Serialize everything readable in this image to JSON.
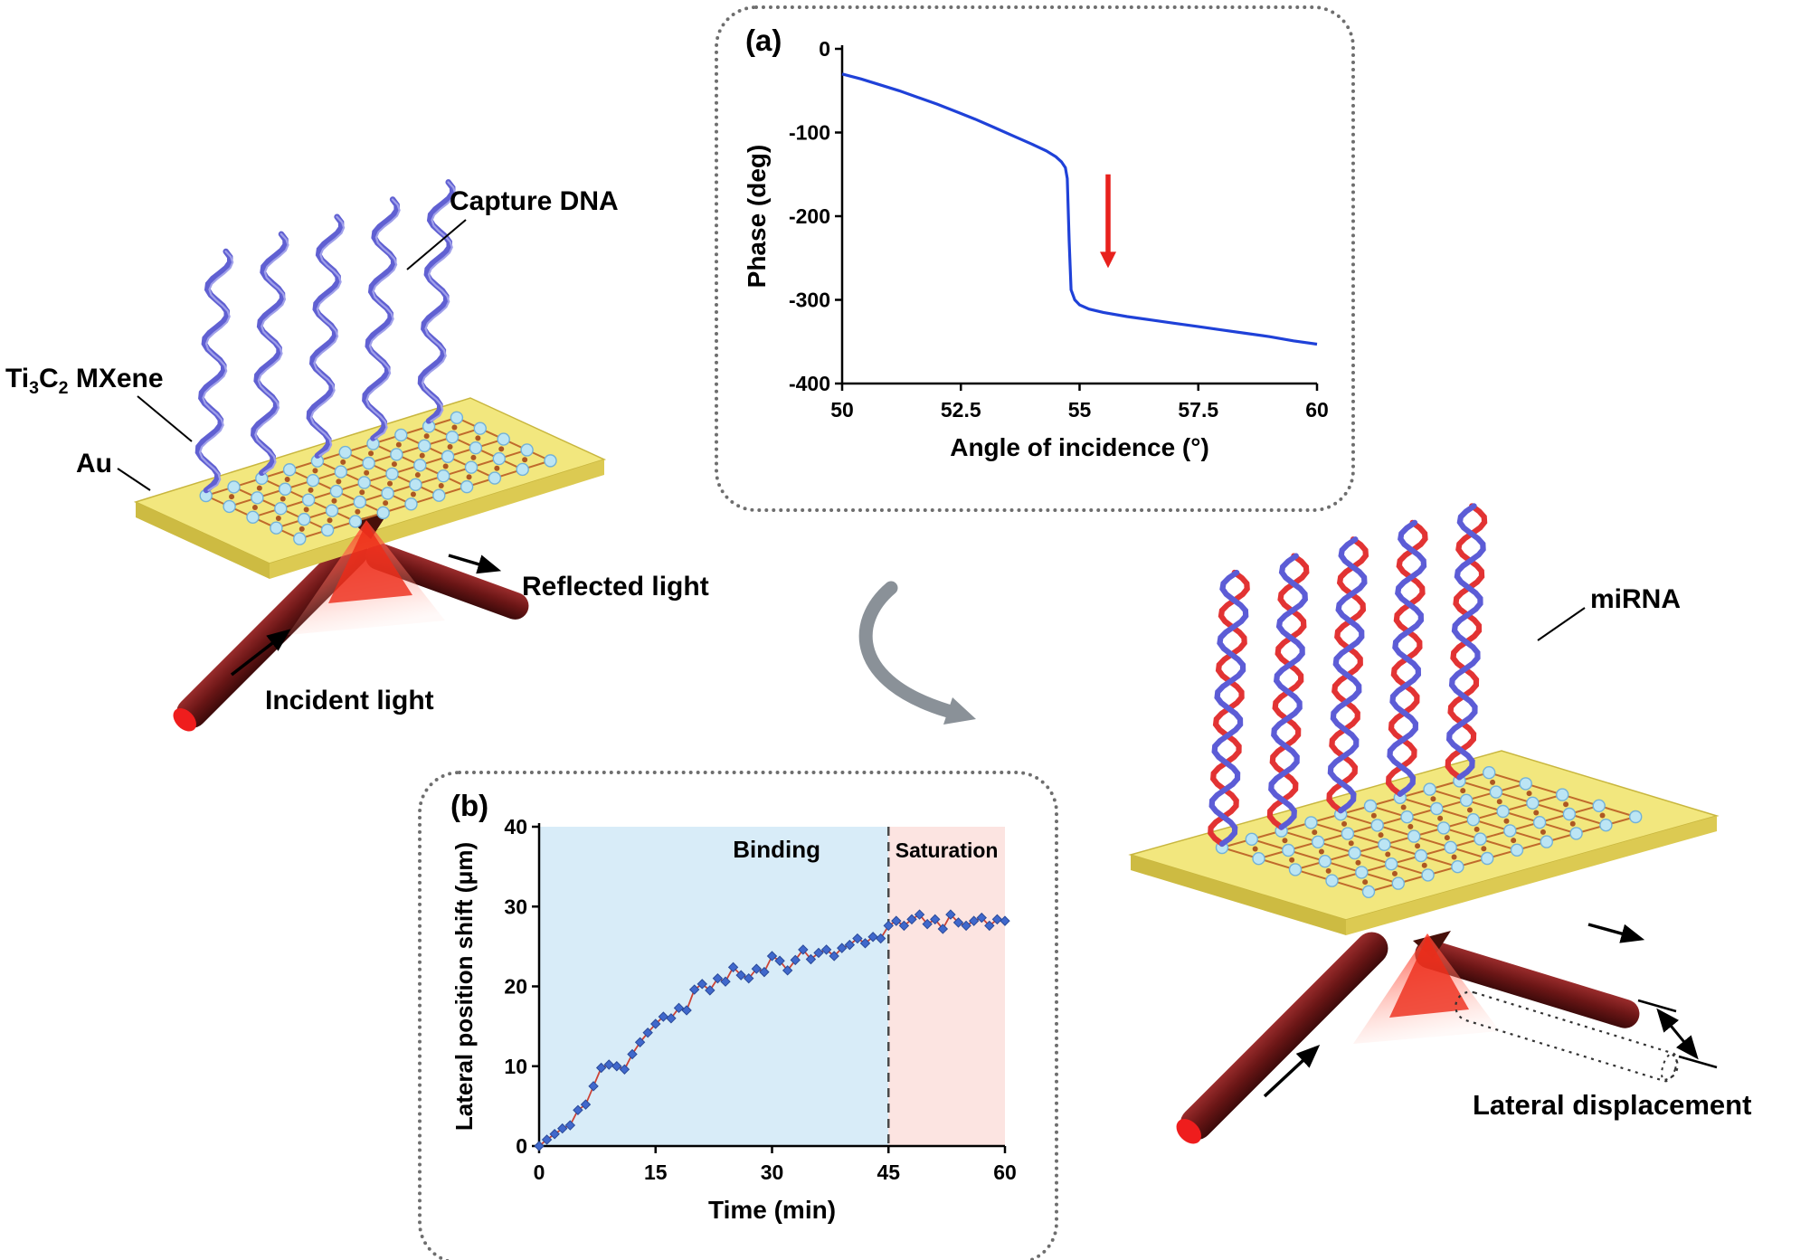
{
  "panels": {
    "a": {
      "label": "(a)"
    },
    "b": {
      "label": "(b)"
    }
  },
  "labels": {
    "capture_dna": "Capture DNA",
    "mxene_p1": "Ti",
    "mxene_s1": "3",
    "mxene_p2": "C",
    "mxene_s2": "2",
    "mxene_p3": " MXene",
    "au": "Au",
    "reflected_light": "Reflected light",
    "incident_light": "Incident light",
    "mirna": "miRNA",
    "lateral_displacement": "Lateral  displacement"
  },
  "colors": {
    "phase_curve": "#1f41d8",
    "arrow_red": "#e8211d",
    "binding_bg": "#d8ecf8",
    "saturation_bg": "#fce4e1",
    "binding_text": "#2aabe4",
    "saturation_text": "#f1837a",
    "marker_blue": "#4068cc",
    "series_line_red": "#cc4437",
    "gold": "#f2e77e",
    "beam_dark_red": "#5a1212"
  },
  "chart_data": [
    {
      "id": "a",
      "type": "line",
      "title": "",
      "xlabel": "Angle of incidence (°)",
      "ylabel": "Phase (deg)",
      "xlim": [
        50,
        60
      ],
      "ylim": [
        -400,
        0
      ],
      "xticks": [
        50,
        52.5,
        55,
        57.5,
        60
      ],
      "yticks": [
        0,
        -100,
        -200,
        -300,
        -400
      ],
      "grid": false,
      "line_color": "#1f41d8",
      "series": [
        {
          "name": "phase",
          "x": [
            50,
            50.4,
            50.8,
            51.2,
            51.6,
            52,
            52.4,
            52.8,
            53.2,
            53.6,
            54,
            54.3,
            54.5,
            54.62,
            54.7,
            54.74,
            54.78,
            54.82,
            54.9,
            55,
            55.2,
            55.5,
            56,
            56.5,
            57,
            57.5,
            58,
            58.5,
            59,
            59.5,
            60
          ],
          "y": [
            -30,
            -36,
            -43,
            -50,
            -58,
            -66,
            -75,
            -84,
            -94,
            -104,
            -114,
            -122,
            -129,
            -135,
            -142,
            -155,
            -230,
            -288,
            -300,
            -306,
            -311,
            -315,
            -320,
            -324,
            -328,
            -332,
            -336,
            -340,
            -344,
            -349,
            -353
          ]
        }
      ],
      "annotation_arrow": {
        "x": 55.6,
        "y_from": -150,
        "y_to": -262,
        "color": "#e8211d"
      }
    },
    {
      "id": "b",
      "type": "scatter-line",
      "title": "",
      "xlabel": "Time (min)",
      "ylabel": "Lateral position shift (μm)",
      "xlim": [
        0,
        60
      ],
      "ylim": [
        0,
        40
      ],
      "xticks": [
        0,
        15,
        30,
        45,
        60
      ],
      "yticks": [
        0,
        10,
        20,
        30,
        40
      ],
      "grid": false,
      "divider_x": 45,
      "regions": [
        {
          "label": "Binding",
          "from": 0,
          "to": 45,
          "fill": "#d8ecf8",
          "label_color": "#2aabe4"
        },
        {
          "label": "Saturation",
          "from": 45,
          "to": 60,
          "fill": "#fce4e1",
          "label_color": "#f1837a"
        }
      ],
      "marker_color": "#4068cc",
      "line_color": "#cc4437",
      "x": [
        0,
        1,
        2,
        3,
        4,
        5,
        6,
        7,
        8,
        9,
        10,
        11,
        12,
        13,
        14,
        15,
        16,
        17,
        18,
        19,
        20,
        21,
        22,
        23,
        24,
        25,
        26,
        27,
        28,
        29,
        30,
        31,
        32,
        33,
        34,
        35,
        36,
        37,
        38,
        39,
        40,
        41,
        42,
        43,
        44,
        45,
        46,
        47,
        48,
        49,
        50,
        51,
        52,
        53,
        54,
        55,
        56,
        57,
        58,
        59,
        60
      ],
      "y": [
        0,
        0.8,
        1.5,
        2.2,
        2.6,
        4.5,
        5.2,
        7.5,
        9.8,
        10.2,
        10.0,
        9.6,
        11.5,
        13.0,
        14.2,
        15.3,
        16.2,
        16.0,
        17.3,
        17.0,
        19.6,
        20.3,
        19.5,
        21.0,
        20.6,
        22.4,
        21.4,
        21.0,
        22.2,
        21.8,
        23.8,
        23.2,
        22.0,
        23.3,
        24.6,
        23.4,
        24.2,
        24.6,
        23.8,
        24.8,
        25.2,
        26.0,
        25.4,
        26.2,
        26.0,
        27.6,
        28.2,
        27.6,
        28.4,
        29.0,
        27.8,
        28.4,
        27.2,
        29.0,
        28.0,
        27.6,
        28.2,
        28.6,
        27.6,
        28.4,
        28.2
      ]
    }
  ]
}
